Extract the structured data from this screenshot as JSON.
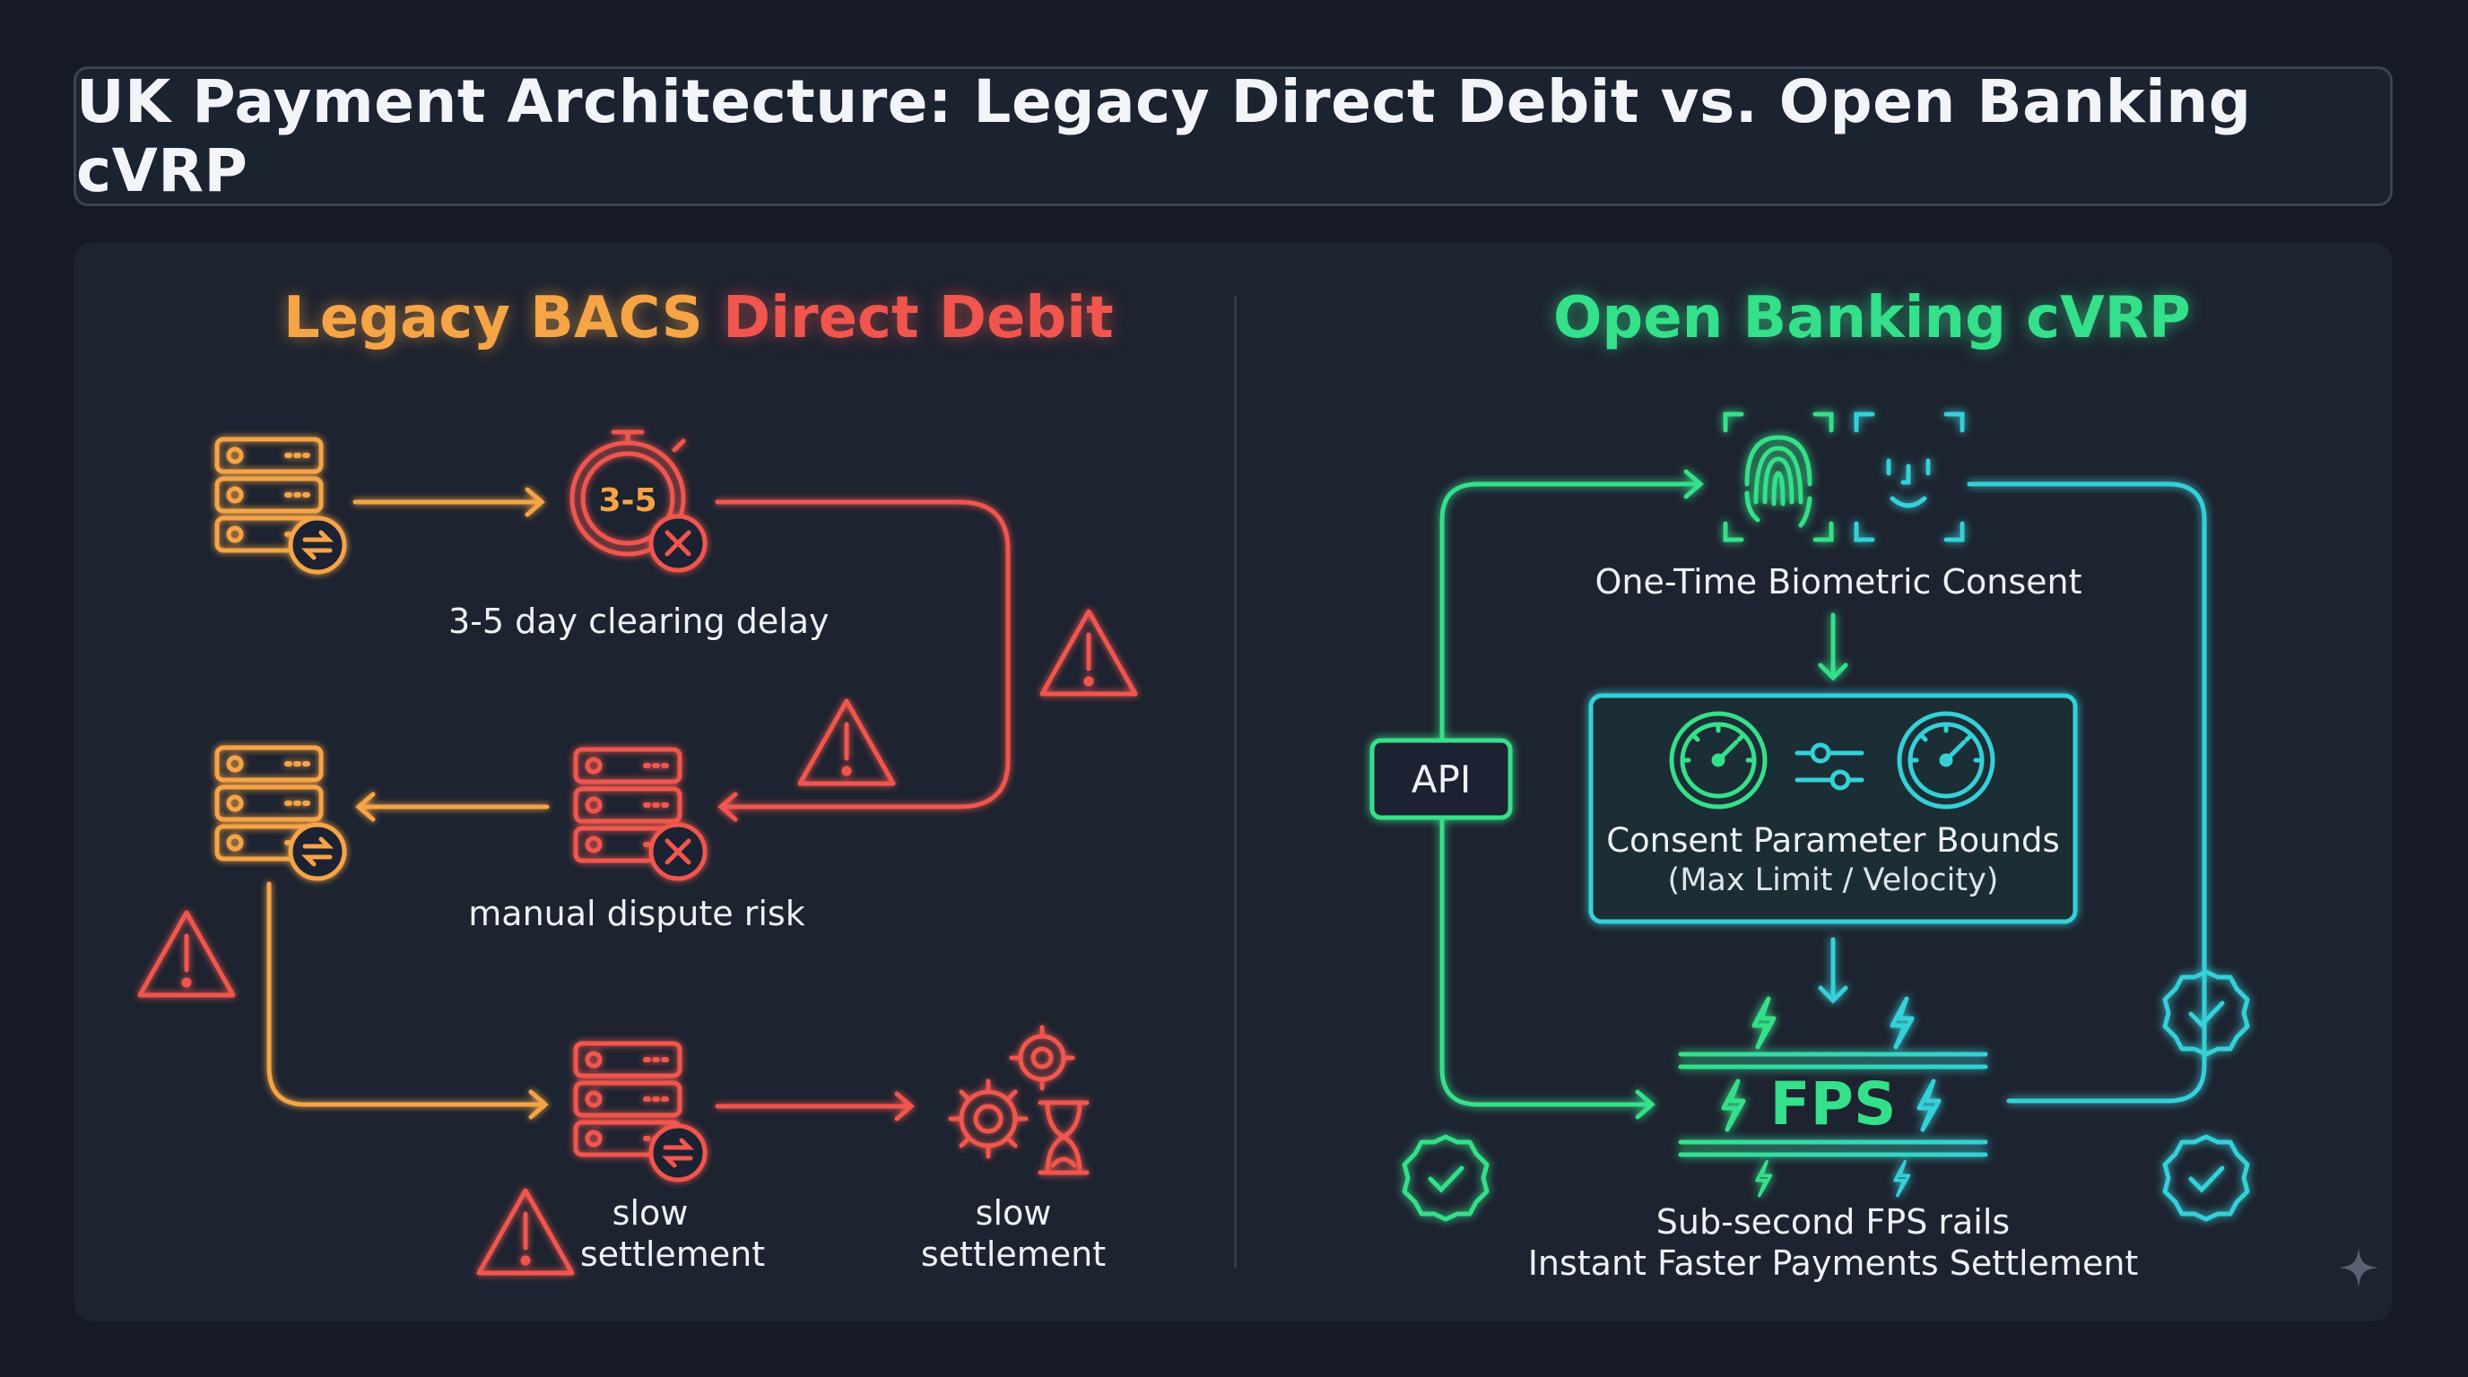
{
  "title": "UK Payment Architecture: Legacy Direct Debit vs. Open Banking cVRP",
  "left": {
    "heading_part1": "Legacy BACS",
    "heading_part2": "Direct Debit",
    "delay_label": "3-5 day clearing delay",
    "timer_text": "3-5",
    "dispute_label": "manual dispute risk",
    "settlement_label_1_line1": "slow",
    "settlement_label_1_line2": "settlement",
    "settlement_label_2_line1": "slow",
    "settlement_label_2_line2": "settlement",
    "icons": [
      "bank-server-icon",
      "stopwatch-icon",
      "warning-triangle-icon",
      "error-x-icon",
      "transfer-arrows-icon",
      "gears-icon",
      "hourglass-icon"
    ]
  },
  "right": {
    "heading": "Open Banking cVRP",
    "consent_label": "One-Time Biometric Consent",
    "api_label": "API",
    "bounds_title": "Consent Parameter Bounds",
    "bounds_subtitle": "(Max Limit / Velocity)",
    "fps_label": "FPS",
    "rails_line1": "Sub-second FPS rails",
    "rails_line2": "Instant Faster Payments Settlement",
    "icons": [
      "fingerprint-icon",
      "face-id-icon",
      "gauge-icon",
      "sliders-icon",
      "lightning-icon",
      "check-badge-icon"
    ]
  },
  "colors": {
    "background": "#151a24",
    "panel": "#1d2330",
    "orange": "#f5a446",
    "red": "#f0564e",
    "green": "#34e08a",
    "cyan": "#35d0d8"
  }
}
